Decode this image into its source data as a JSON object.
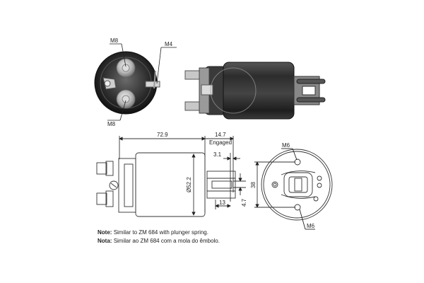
{
  "end_view_photo": {
    "labels": {
      "top_terminal": "M8",
      "bottom_terminal": "M8",
      "small_terminal": "M4"
    }
  },
  "side_view_drawing": {
    "dimensions": {
      "overall_length": "72.9",
      "plunger_travel": "14.7",
      "plunger_state": "Engaged",
      "slot_offset": "3.1",
      "slot_length": "13",
      "slot_width": "4.7",
      "body_diameter": "Ø52.2"
    }
  },
  "front_view_drawing": {
    "dimensions": {
      "mount_spacing": "38"
    },
    "labels": {
      "top_hole": "M6",
      "bottom_hole": "M6"
    }
  },
  "notes": [
    {
      "label": "Note:",
      "text": "Similar to ZM 684 with plunger spring."
    },
    {
      "label": "Nota:",
      "text": "Similar ao ZM 684 com a mola do êmbolo."
    }
  ]
}
